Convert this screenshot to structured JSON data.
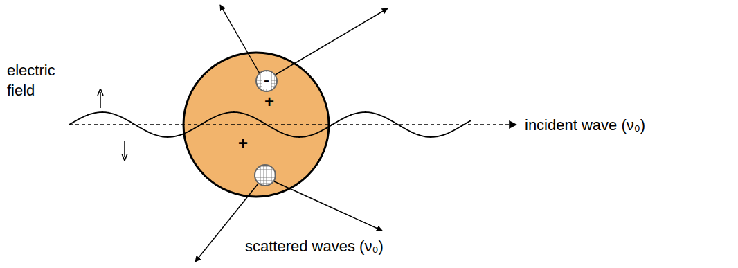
{
  "diagram": {
    "labels": [
      "electric field",
      "-",
      "+",
      "+",
      "-",
      "incident wave (ν₀)",
      "scattered waves (ν₀)"
    ]
  }
}
